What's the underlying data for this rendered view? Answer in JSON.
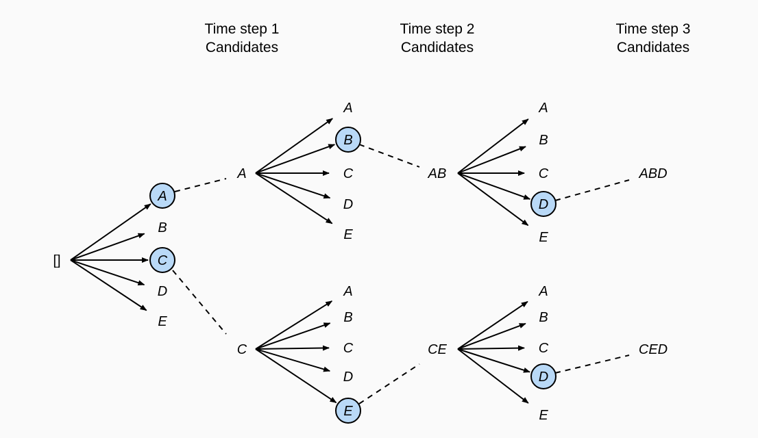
{
  "headers": {
    "step1": {
      "line1": "Time step 1",
      "line2": "Candidates"
    },
    "step2": {
      "line1": "Time step 2",
      "line2": "Candidates"
    },
    "step3": {
      "line1": "Time step 3",
      "line2": "Candidates"
    }
  },
  "root": "[]",
  "candidates": [
    "A",
    "B",
    "C",
    "D",
    "E"
  ],
  "step1": {
    "selected": [
      "A",
      "C"
    ]
  },
  "step2": {
    "parents": [
      "A",
      "C"
    ],
    "selected": [
      "B",
      "E"
    ],
    "prefixes": [
      "AB",
      "CE"
    ]
  },
  "step3": {
    "parents": [
      "AB",
      "CE"
    ],
    "selected": [
      "D",
      "D"
    ],
    "results": [
      "ABD",
      "CED"
    ]
  },
  "colors": {
    "selected_fill": "#b9d9f7",
    "line": "#000000",
    "background": "#fafafa"
  }
}
